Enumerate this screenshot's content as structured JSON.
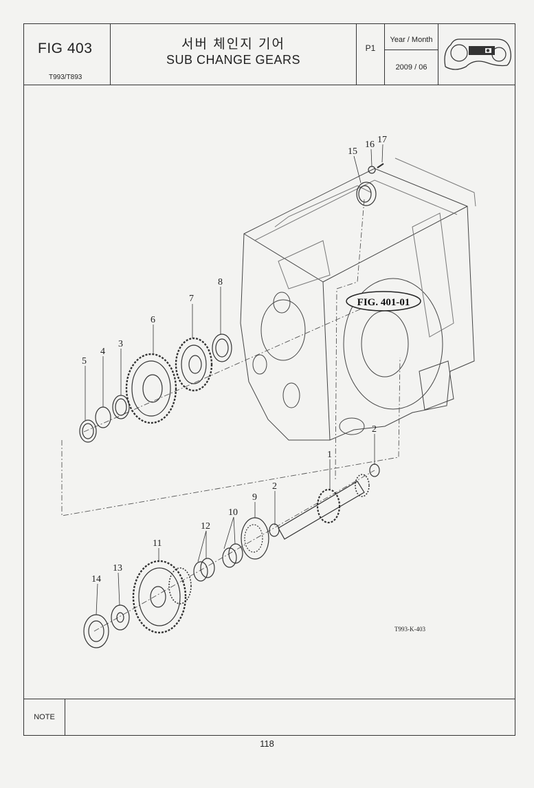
{
  "header": {
    "fig_no": "FIG 403",
    "models": "T993/T893",
    "title_ko": "서버 체인지 기어",
    "title_en": "SUB CHANGE GEARS",
    "page_code": "P1",
    "year_month_label": "Year / Month",
    "year_month_value": "2009 / 06",
    "logo_icon": "tractor-icon"
  },
  "diagram": {
    "reference": "FIG. 401-01",
    "drawing_code": "T993-K-403",
    "callouts": [
      "1",
      "2",
      "2",
      "3",
      "4",
      "5",
      "6",
      "7",
      "8",
      "9",
      "10",
      "11",
      "12",
      "13",
      "14",
      "15",
      "16",
      "17"
    ]
  },
  "footer": {
    "note_label": "NOTE",
    "page_number": "118"
  }
}
